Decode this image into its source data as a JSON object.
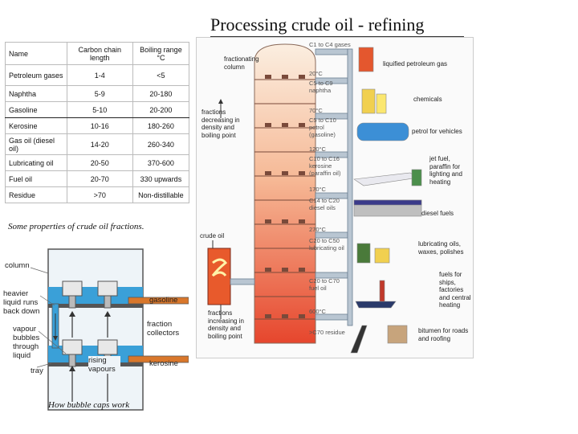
{
  "title": "Processing crude oil - refining",
  "table": {
    "headers": [
      "Name",
      "Carbon chain length",
      "Boiling range °C"
    ],
    "rows": [
      [
        "Petroleum gases",
        "1-4",
        "<5"
      ],
      [
        "Naphtha",
        "5-9",
        "20-180"
      ],
      [
        "Gasoline",
        "5-10",
        "20-200"
      ],
      [
        "Kerosine",
        "10-16",
        "180-260"
      ],
      [
        "Gas oil (diesel oil)",
        "14-20",
        "260-340"
      ],
      [
        "Lubricating oil",
        "20-50",
        "370-600"
      ],
      [
        "Fuel oil",
        "20-70",
        "330 upwards"
      ],
      [
        "Residue",
        ">70",
        "Non-distillable"
      ]
    ],
    "caption": "Some properties of crude oil fractions."
  },
  "bubble_caps": {
    "labels": {
      "column": "column",
      "heavier": "heavier liquid runs back down",
      "vapour": "vapour bubbles through liquid",
      "tray": "tray",
      "rising": "rising vapours",
      "gasoline": "gasoline",
      "collectors": "fraction collectors",
      "kerosine": "kerosine"
    },
    "caption": "How bubble caps work"
  },
  "column_diagram": {
    "fractionating_column": "fractionating column",
    "decreasing": "fractions decreasing in density and boiling point",
    "crude_oil": "crude oil",
    "increasing": "fractions increasing in density and boiling point",
    "levels": [
      {
        "temp": "",
        "fraction": "C1 to C4 gases",
        "product": "liquified petroleum gas"
      },
      {
        "temp": "20°C",
        "fraction": "C5 to C9 naphtha",
        "product": "chemicals"
      },
      {
        "temp": "70°C",
        "fraction": "C5 to C10 petrol (gasoline)",
        "product": "petrol for vehicles"
      },
      {
        "temp": "120°C",
        "fraction": "C10 to C16 kerosine (paraffin oil)",
        "product": "jet fuel, paraffin for lighting and heating"
      },
      {
        "temp": "170°C",
        "fraction": "C14 to C20 diesel oils",
        "product": "diesel fuels"
      },
      {
        "temp": "270°C",
        "fraction": "C20 to C50 lubricating oil",
        "product": "lubricating oils, waxes, polishes"
      },
      {
        "temp": "",
        "fraction": "C20 to C70 fuel oil",
        "product": "fuels for ships, factories and central heating"
      },
      {
        "temp": "600°C",
        "fraction": ">C70 residue",
        "product": "bitumen for roads and roofing"
      }
    ]
  },
  "colors": {
    "column_top": "#fbeee0",
    "column_bottom": "#e6462d",
    "pipe": "#7b8fa3",
    "water": "#3aa0d8",
    "liquid": "#d9772b"
  }
}
